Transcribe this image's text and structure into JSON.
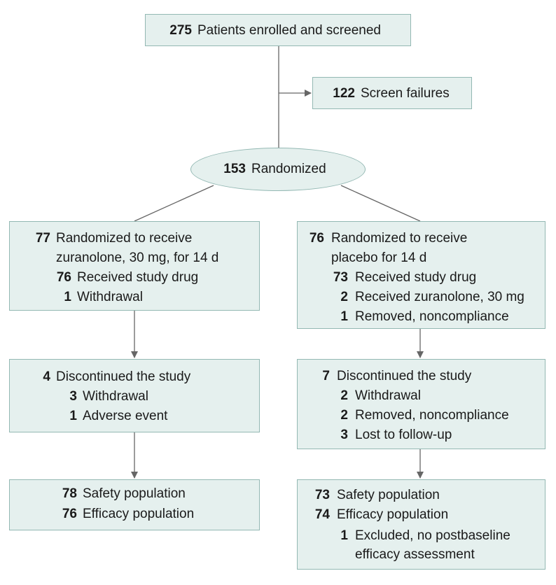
{
  "top": {
    "enrolled": {
      "n": "275",
      "label": "Patients enrolled and screened"
    }
  },
  "screen_failures": {
    "n": "122",
    "label": "Screen failures"
  },
  "randomized": {
    "n": "153",
    "label": "Randomized"
  },
  "left_arm": {
    "alloc": {
      "n": "77",
      "label": "Randomized to receive",
      "label2": "zuranolone, 30 mg, for 14 d"
    },
    "received": {
      "n": "76",
      "label": "Received study drug"
    },
    "withdrawal": {
      "n": "1",
      "label": "Withdrawal"
    },
    "discontinued": {
      "n": "4",
      "label": "Discontinued the study"
    },
    "disc_withdrawal": {
      "n": "3",
      "label": "Withdrawal"
    },
    "disc_adverse": {
      "n": "1",
      "label": "Adverse event"
    },
    "safety": {
      "n": "78",
      "label": "Safety population"
    },
    "efficacy": {
      "n": "76",
      "label": "Efficacy population"
    }
  },
  "right_arm": {
    "alloc": {
      "n": "76",
      "label": "Randomized to receive",
      "label2": "placebo for 14 d"
    },
    "received": {
      "n": "73",
      "label": "Received study drug"
    },
    "received_zur": {
      "n": "2",
      "label": "Received zuranolone, 30 mg"
    },
    "removed": {
      "n": "1",
      "label": "Removed, noncompliance"
    },
    "discontinued": {
      "n": "7",
      "label": "Discontinued the study"
    },
    "disc_withdrawal": {
      "n": "2",
      "label": "Withdrawal"
    },
    "disc_removed": {
      "n": "2",
      "label": "Removed, noncompliance"
    },
    "disc_lost": {
      "n": "3",
      "label": "Lost to follow-up"
    },
    "safety": {
      "n": "73",
      "label": "Safety population"
    },
    "efficacy": {
      "n": "74",
      "label": "Efficacy population"
    },
    "excluded": {
      "n": "1",
      "label": "Excluded, no postbaseline",
      "label2": "efficacy assessment"
    }
  }
}
